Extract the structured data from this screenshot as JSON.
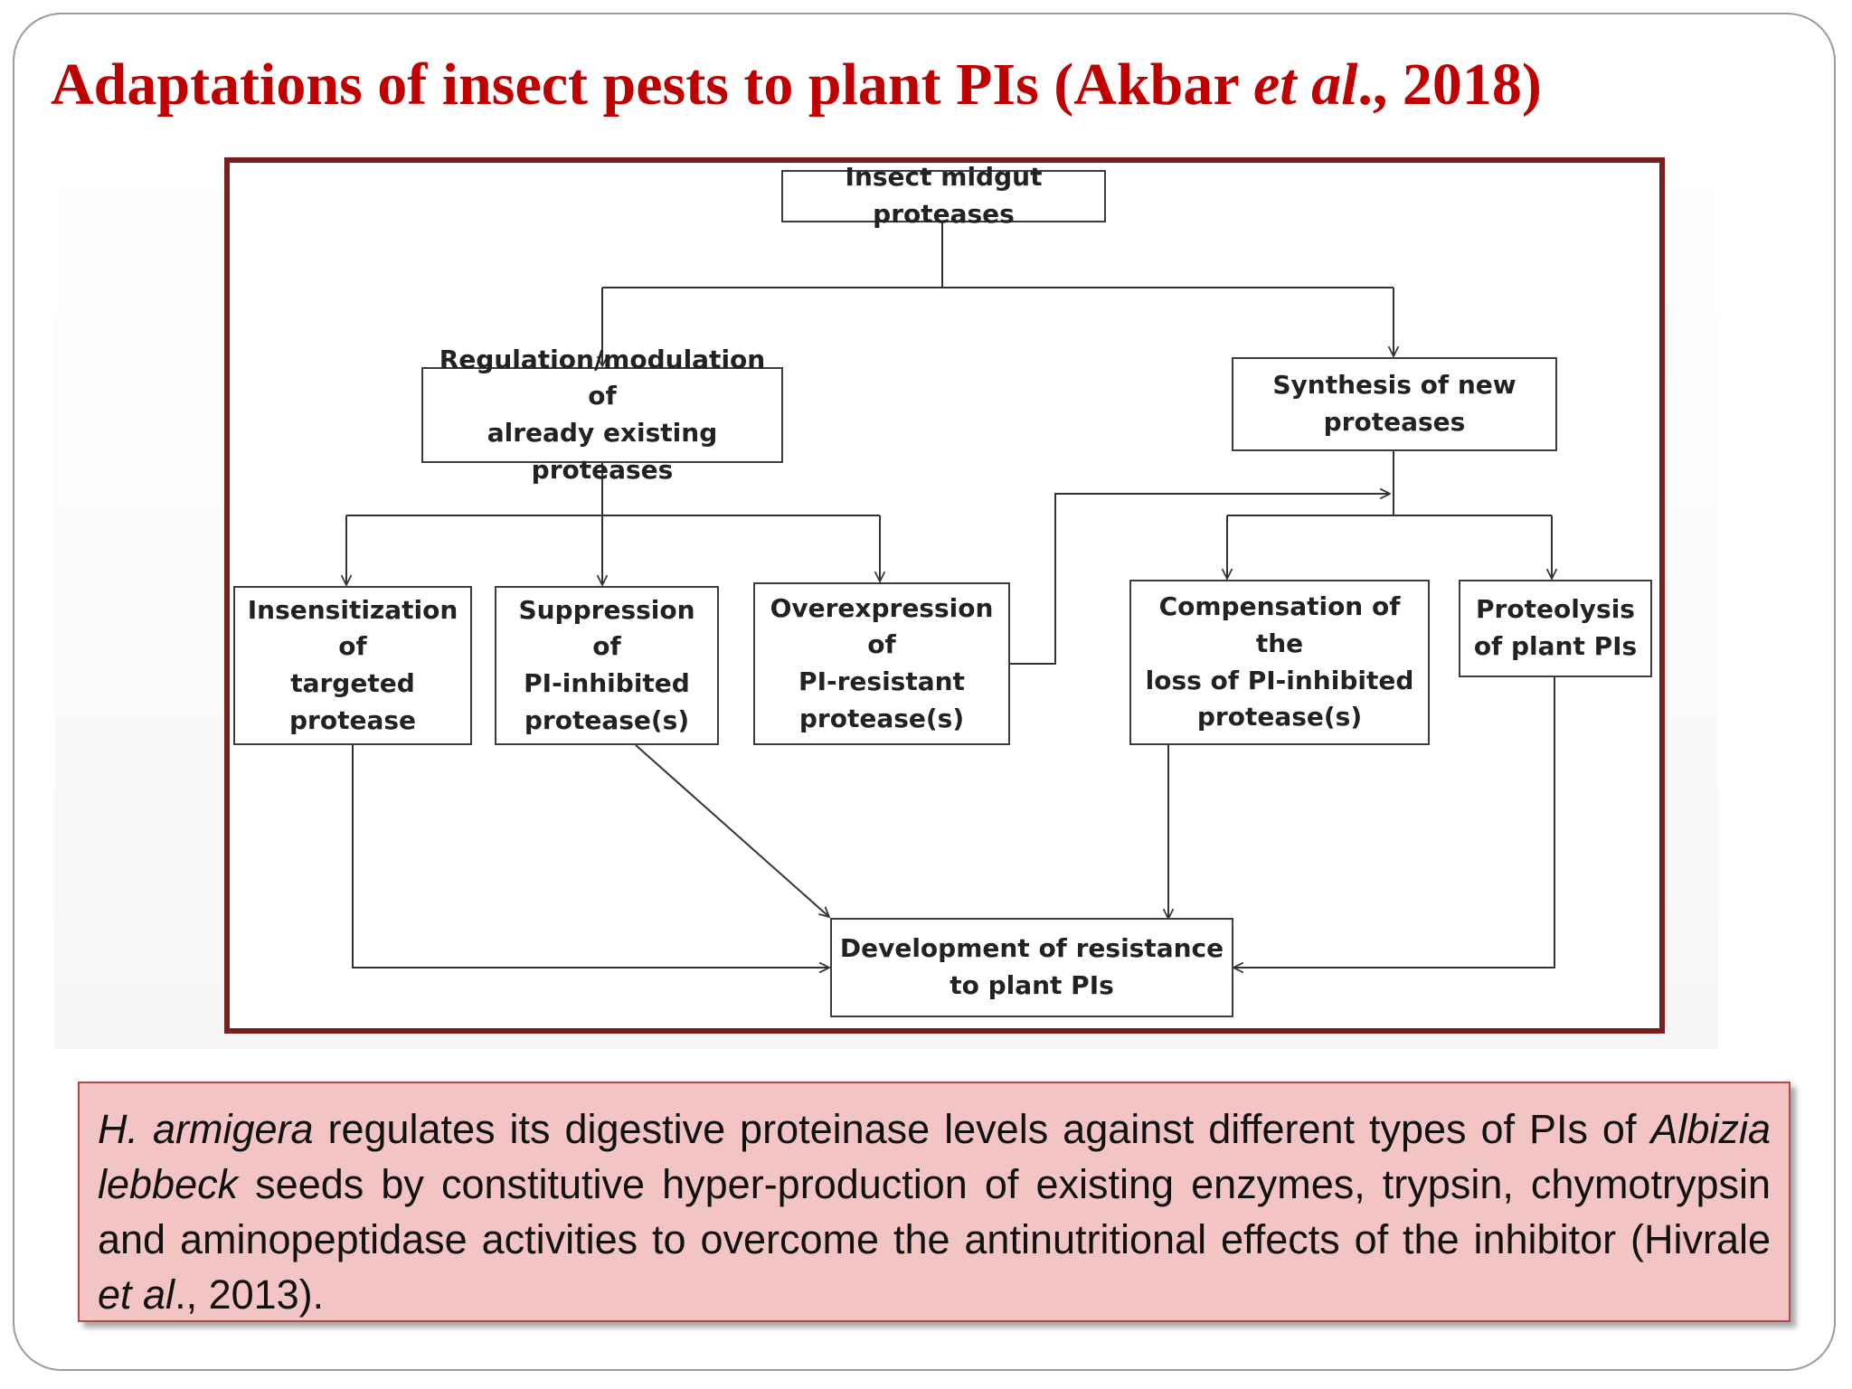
{
  "title": {
    "main": "Adaptations of insect pests to plant PIs (Akbar ",
    "italic": "et al",
    "tail": "., 2018)"
  },
  "diagram": {
    "nodes": {
      "midgut": "Insect midgut proteases",
      "regulation": "Regulation/modulation of\nalready existing proteases",
      "synthesis": "Synthesis of new\nproteases",
      "insensitization": "Insensitization of\ntargeted\nprotease",
      "suppression": "Suppression of\nPI-inhibited\nprotease(s)",
      "overexpression": "Overexpression of\nPI-resistant\nprotease(s)",
      "compensation": "Compensation of the\nloss of PI-inhibited\nprotease(s)",
      "proteolysis": "Proteolysis\nof plant PIs",
      "resistance": "Development of resistance\nto plant PIs"
    }
  },
  "caption": {
    "species": "H. armigera",
    "part1": " regulates its digestive proteinase levels against different types of PIs of ",
    "plant": "Albizia lebbeck",
    "part2": " seeds by constitutive hyper-production of existing enzymes, trypsin, chymotrypsin and aminopeptidase activities to overcome the antinutritional effects of the inhibitor (Hivrale ",
    "etal": "et al",
    "part3": "., 2013)."
  }
}
